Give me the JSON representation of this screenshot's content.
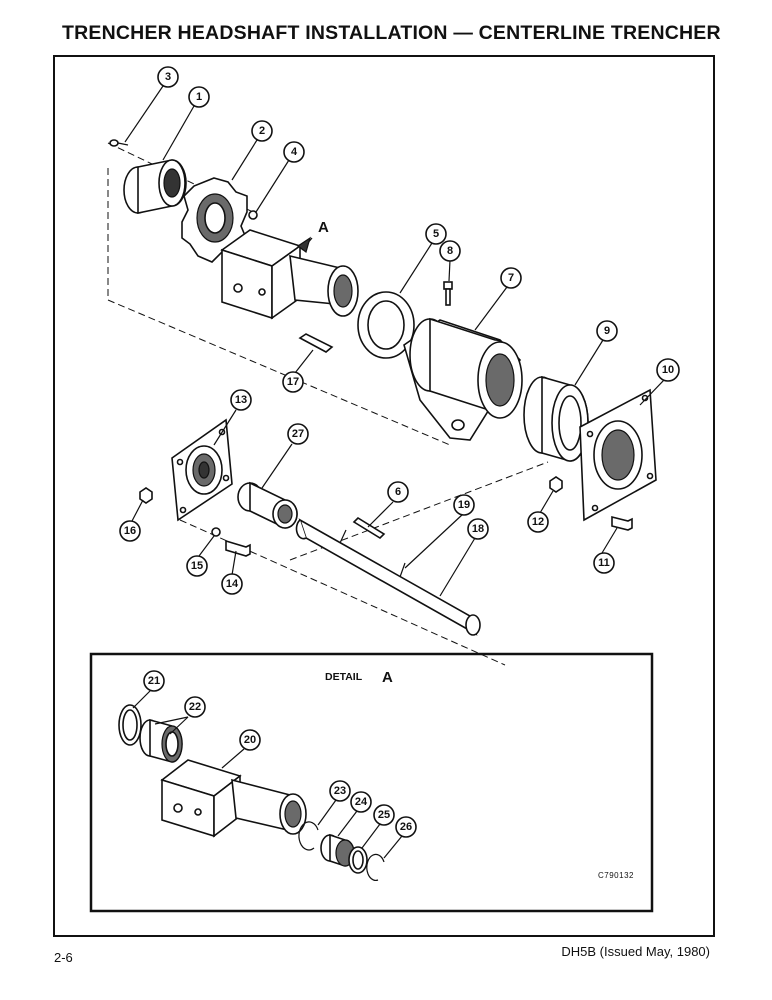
{
  "page": {
    "title": "TRENCHER HEADSHAFT INSTALLATION — CENTERLINE TRENCHER",
    "page_number": "2-6",
    "doc_ref": "DH5B (Issued May, 1980)"
  },
  "figure": {
    "view_marker": "A",
    "detail_label": "DETAIL",
    "detail_letter": "A",
    "drawing_code": "C790132",
    "callouts": [
      "1",
      "2",
      "3",
      "4",
      "5",
      "6",
      "7",
      "8",
      "9",
      "10",
      "11",
      "12",
      "13",
      "14",
      "15",
      "16",
      "17",
      "18",
      "19",
      "20",
      "21",
      "22",
      "23",
      "24",
      "25",
      "26",
      "27"
    ]
  }
}
